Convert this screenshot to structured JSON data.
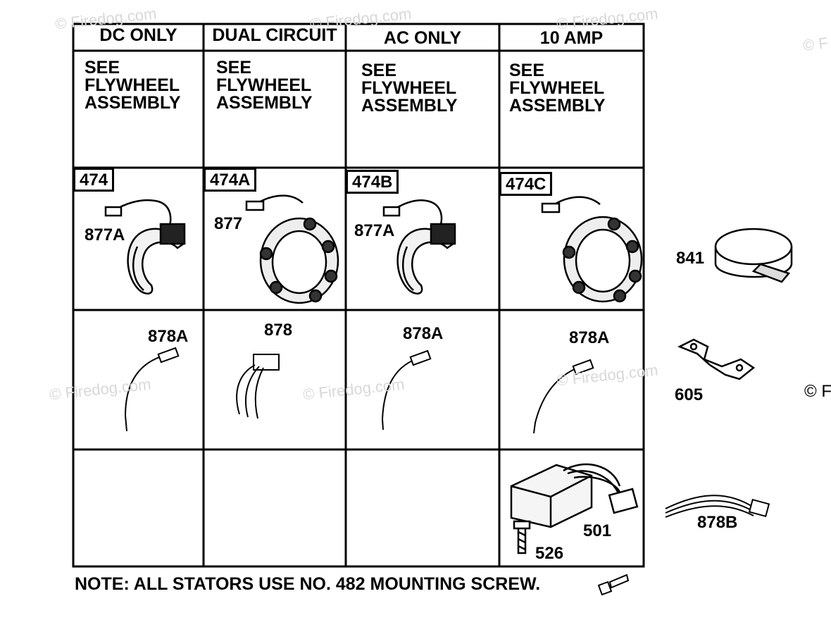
{
  "columns": [
    {
      "header": "DC ONLY",
      "see": [
        "SEE",
        "FLYWHEEL",
        "ASSEMBLY"
      ],
      "stator": "474",
      "stator_lead": "877A",
      "connector": "878A"
    },
    {
      "header": "DUAL CIRCUIT",
      "see": [
        "SEE",
        "FLYWHEEL",
        "ASSEMBLY"
      ],
      "stator": "474A",
      "stator_lead": "877",
      "connector": "878"
    },
    {
      "header": "AC ONLY",
      "see": [
        "SEE",
        "FLYWHEEL",
        "ASSEMBLY"
      ],
      "stator": "474B",
      "stator_lead": "877A",
      "connector": "878A"
    },
    {
      "header": "10 AMP",
      "see": [
        "SEE",
        "FLYWHEEL",
        "ASSEMBLY"
      ],
      "stator": "474C",
      "stator_lead": "",
      "connector": "878A"
    }
  ],
  "regulator": {
    "part": "501",
    "screw": "526"
  },
  "side_parts": {
    "clamp": "841",
    "bracket": "605",
    "harness": "878B"
  },
  "note": "NOTE: ALL STATORS USE NO. 482 MOUNTING SCREW.",
  "watermark": {
    "text": "© Firedog.com",
    "partial": "© F"
  }
}
